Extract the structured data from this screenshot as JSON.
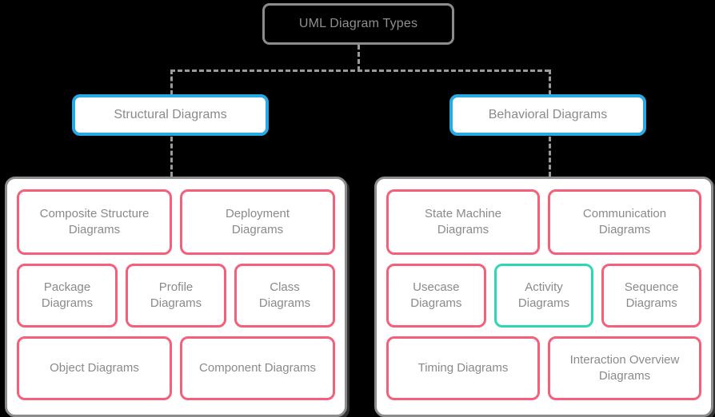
{
  "title": "UML Diagram Types",
  "colors": {
    "background": "#000000",
    "root_border": "#8c8c8c",
    "branch_border": "#29a9e1",
    "group_border": "#8c8c8c",
    "leaf_border": "#f4607a",
    "leaf_highlight_border": "#2ed6b2",
    "text": "#8a8a8a",
    "connector": "#9a9a9a",
    "node_fill": "#ffffff"
  },
  "branches": [
    {
      "id": "structural",
      "label": "Structural Diagrams",
      "rows": [
        [
          {
            "label": "Composite Structure\nDiagrams",
            "highlight": false
          },
          {
            "label": "Deployment\nDiagrams",
            "highlight": false
          }
        ],
        [
          {
            "label": "Package\nDiagrams",
            "highlight": false
          },
          {
            "label": "Profile\nDiagrams",
            "highlight": false
          },
          {
            "label": "Class\nDiagrams",
            "highlight": false
          }
        ],
        [
          {
            "label": "Object Diagrams",
            "highlight": false
          },
          {
            "label": "Component Diagrams",
            "highlight": false
          }
        ]
      ]
    },
    {
      "id": "behavioral",
      "label": "Behavioral Diagrams",
      "rows": [
        [
          {
            "label": "State Machine\nDiagrams",
            "highlight": false
          },
          {
            "label": "Communication\nDiagrams",
            "highlight": false
          }
        ],
        [
          {
            "label": "Usecase\nDiagrams",
            "highlight": false
          },
          {
            "label": "Activity\nDiagrams",
            "highlight": true
          },
          {
            "label": "Sequence\nDiagrams",
            "highlight": false
          }
        ],
        [
          {
            "label": "Timing Diagrams",
            "highlight": false
          },
          {
            "label": "Interaction Overview\nDiagrams",
            "highlight": false
          }
        ]
      ]
    }
  ]
}
